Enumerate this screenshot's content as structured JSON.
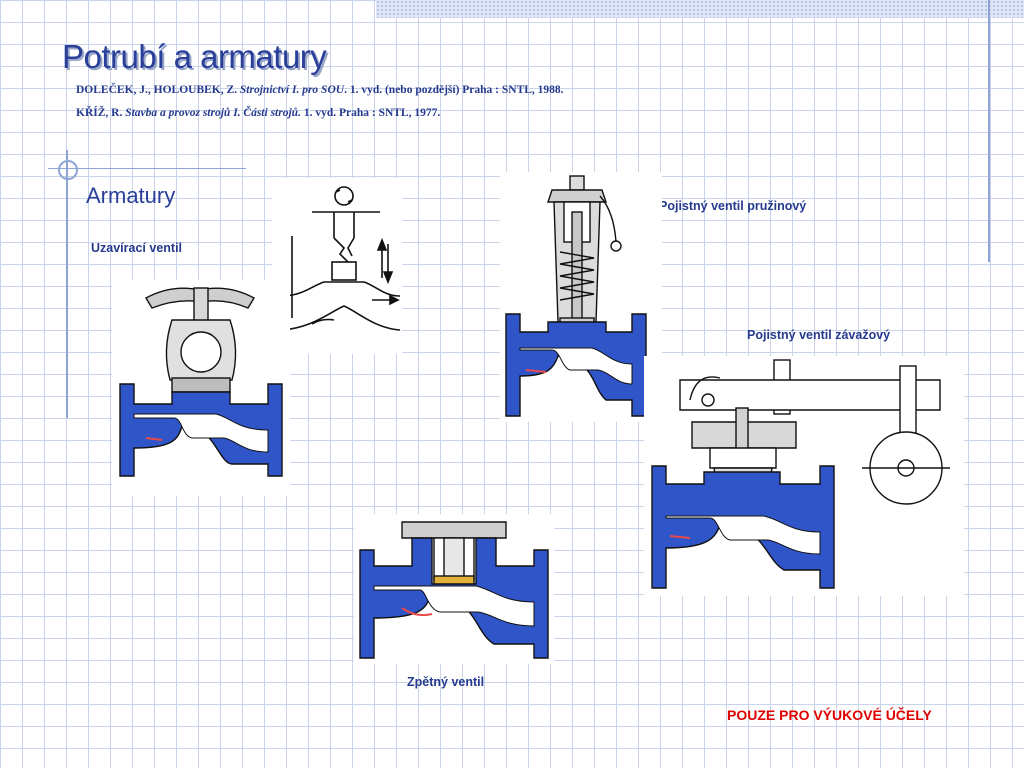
{
  "slide": {
    "title": "Potrubí a armatury",
    "references": [
      {
        "pre": "DOLEČEK, J., HOLOUBEK, Z.",
        "italic": "Strojnictví I. pro SOU",
        "post": ". 1. vyd. (nebo pozdější) Praha : SNTL, 1988."
      },
      {
        "pre": "KŘÍŽ, R.",
        "italic": "Stavba a provoz strojů I. Části strojů.",
        "post": " 1. vyd. Praha : SNTL, 1977."
      }
    ],
    "section_title": "Armatury",
    "labels": {
      "stop_valve": "Uzavírací ventil",
      "spring_safety_valve": "Pojistný ventil pružinový",
      "weight_safety_valve": "Pojistný ventil závažový",
      "check_valve": "Zpětný ventil"
    },
    "note": "POUZE PRO VÝUKOVÉ ÚČELY"
  },
  "colors": {
    "title": "#2a3f9a",
    "text": "#253a8e",
    "valve_body": "#2f55c8",
    "note": "#e00000"
  }
}
